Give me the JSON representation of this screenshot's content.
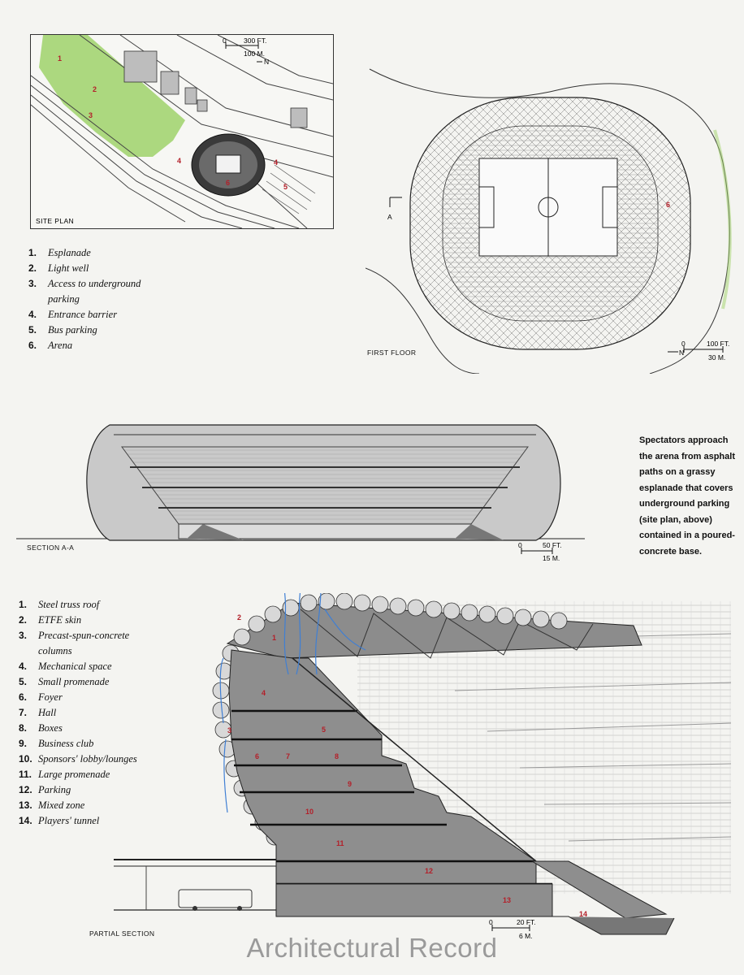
{
  "site_plan": {
    "caption": "SITE PLAN",
    "scale": {
      "ft": "300 FT.",
      "m": "100 M.",
      "zero": "0",
      "north": "N"
    },
    "markers": [
      "1",
      "2",
      "3",
      "4",
      "4",
      "5",
      "6"
    ],
    "legend": [
      {
        "n": "1.",
        "t": "Esplanade"
      },
      {
        "n": "2.",
        "t": "Light well"
      },
      {
        "n": "3.",
        "t": "Access to underground parking"
      },
      {
        "n": "4.",
        "t": "Entrance barrier"
      },
      {
        "n": "5.",
        "t": "Bus parking"
      },
      {
        "n": "6.",
        "t": "Arena"
      }
    ]
  },
  "first_floor": {
    "caption": "FIRST FLOOR",
    "section_marker": "A",
    "marker": "6",
    "scale": {
      "zero": "0",
      "ft": "100 FT.",
      "m": "30 M.",
      "north": "N"
    }
  },
  "section_aa": {
    "caption": "SECTION A-A",
    "scale": {
      "zero": "0",
      "ft": "50 FT.",
      "m": "15 M."
    }
  },
  "note": "Spectators approach the arena from asphalt paths on a grassy esplanade that covers underground parking (site plan, above) contained in a poured-concrete base.",
  "partial_section": {
    "caption": "PARTIAL SECTION",
    "scale": {
      "zero": "0",
      "ft": "20 FT.",
      "m": "6 M."
    },
    "markers": [
      "1",
      "2",
      "3",
      "4",
      "5",
      "6",
      "7",
      "8",
      "9",
      "10",
      "11",
      "12",
      "13",
      "14"
    ],
    "legend": [
      {
        "n": "1.",
        "t": "Steel truss roof"
      },
      {
        "n": "2.",
        "t": "ETFE skin"
      },
      {
        "n": "3.",
        "t": "Precast-spun-concrete columns"
      },
      {
        "n": "4.",
        "t": "Mechanical space"
      },
      {
        "n": "5.",
        "t": "Small promenade"
      },
      {
        "n": "6.",
        "t": "Foyer"
      },
      {
        "n": "7.",
        "t": "Hall"
      },
      {
        "n": "8.",
        "t": "Boxes"
      },
      {
        "n": "9.",
        "t": "Business club"
      },
      {
        "n": "10.",
        "t": "Sponsors' lobby/lounges"
      },
      {
        "n": "11.",
        "t": "Large promenade"
      },
      {
        "n": "12.",
        "t": "Parking"
      },
      {
        "n": "13.",
        "t": "Mixed zone"
      },
      {
        "n": "14.",
        "t": "Players' tunnel"
      }
    ]
  },
  "footer": "Architectural Record",
  "colors": {
    "marker_red": "#b3202a",
    "esplanade_green": "#9fd26a",
    "concrete_gray": "#8e8e8e",
    "air_blue": "#3f7fd4"
  }
}
